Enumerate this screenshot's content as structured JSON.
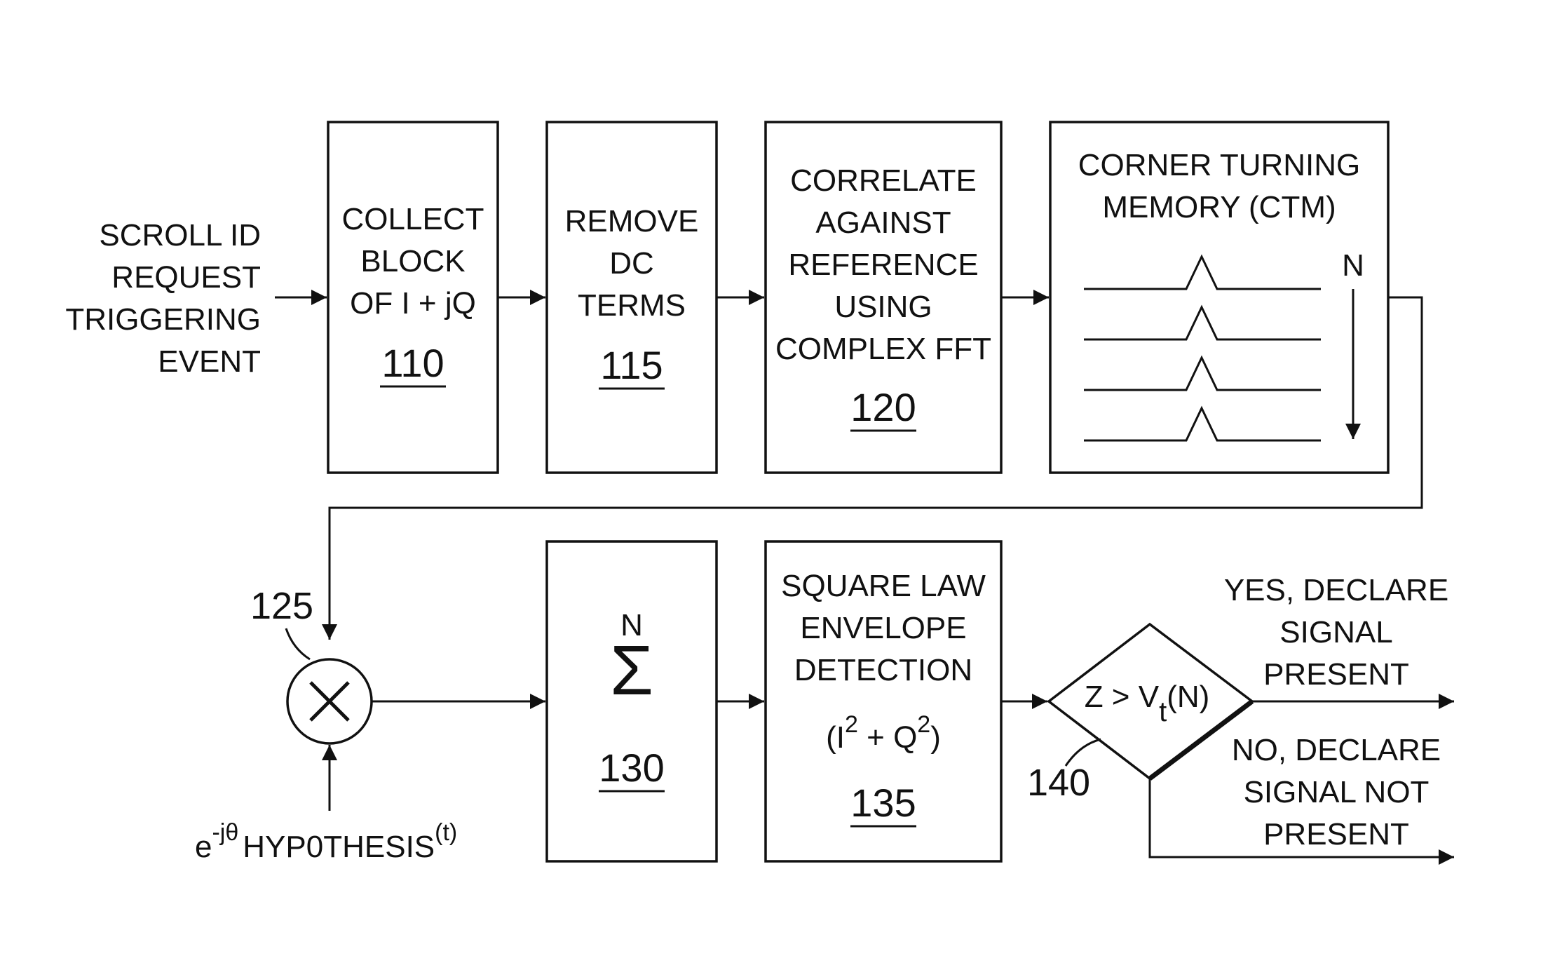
{
  "input_label": [
    "SCROLL ID",
    "REQUEST",
    "TRIGGERING",
    "EVENT"
  ],
  "blocks": {
    "b110": {
      "lines": [
        "COLLECT",
        "BLOCK",
        "OF I + jQ"
      ],
      "ref": "110"
    },
    "b115": {
      "lines": [
        "REMOVE",
        "DC",
        "TERMS"
      ],
      "ref": "115"
    },
    "b120": {
      "lines": [
        "CORRELATE",
        "AGAINST",
        "REFERENCE",
        "USING",
        "COMPLEX FFT"
      ],
      "ref": "120"
    },
    "ctm": {
      "lines": [
        "CORNER TURNING",
        "MEMORY (CTM)"
      ],
      "n_label": "N"
    },
    "b130": {
      "sigma_top": "N",
      "sigma": "Σ",
      "ref": "130"
    },
    "b135": {
      "lines": [
        "SQUARE LAW",
        "ENVELOPE",
        "DETECTION"
      ],
      "formula": {
        "open": "(I",
        "sup1": "2",
        "mid": " + Q",
        "sup2": "2",
        "close": ")"
      },
      "ref": "135"
    }
  },
  "multiplier": {
    "ref": "125",
    "symbol": "×"
  },
  "hypothesis": {
    "base": "e",
    "sup1": "-jθ",
    "text": "HYP0THESIS",
    "sup2": "(t)"
  },
  "decision": {
    "ref": "140",
    "cond": {
      "a": "Z > V",
      "sub": "t",
      "b": "(N)"
    }
  },
  "outputs": {
    "yes": [
      "YES, DECLARE",
      "SIGNAL",
      "PRESENT"
    ],
    "no": [
      "NO, DECLARE",
      "SIGNAL NOT",
      "PRESENT"
    ]
  }
}
